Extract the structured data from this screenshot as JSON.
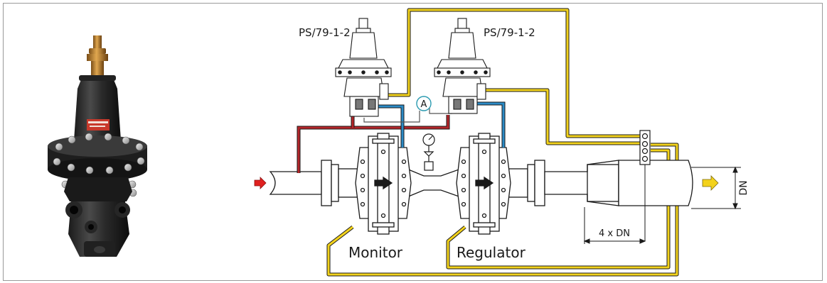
{
  "labels": {
    "pilot_left": "PS/79-1-2",
    "pilot_right": "PS/79-1-2",
    "point_a": "A",
    "monitor": "Monitor",
    "regulator": "Regulator",
    "distance": "4 x DN",
    "diameter": "DN"
  },
  "colors": {
    "sense_line_yellow": "#f2d21c",
    "inlet_line_red": "#b5262a",
    "outlet_line_blue": "#2b8bc6",
    "inlet_arrow": "#e0201f",
    "outlet_arrow": "#f3d21b",
    "point_a_circle": "#2a9ab0"
  },
  "icons": [
    "regulator-photo",
    "flow-in-arrow-icon",
    "flow-out-arrow-icon",
    "pressure-gauge-icon",
    "flow-direction-arrow-icon"
  ]
}
